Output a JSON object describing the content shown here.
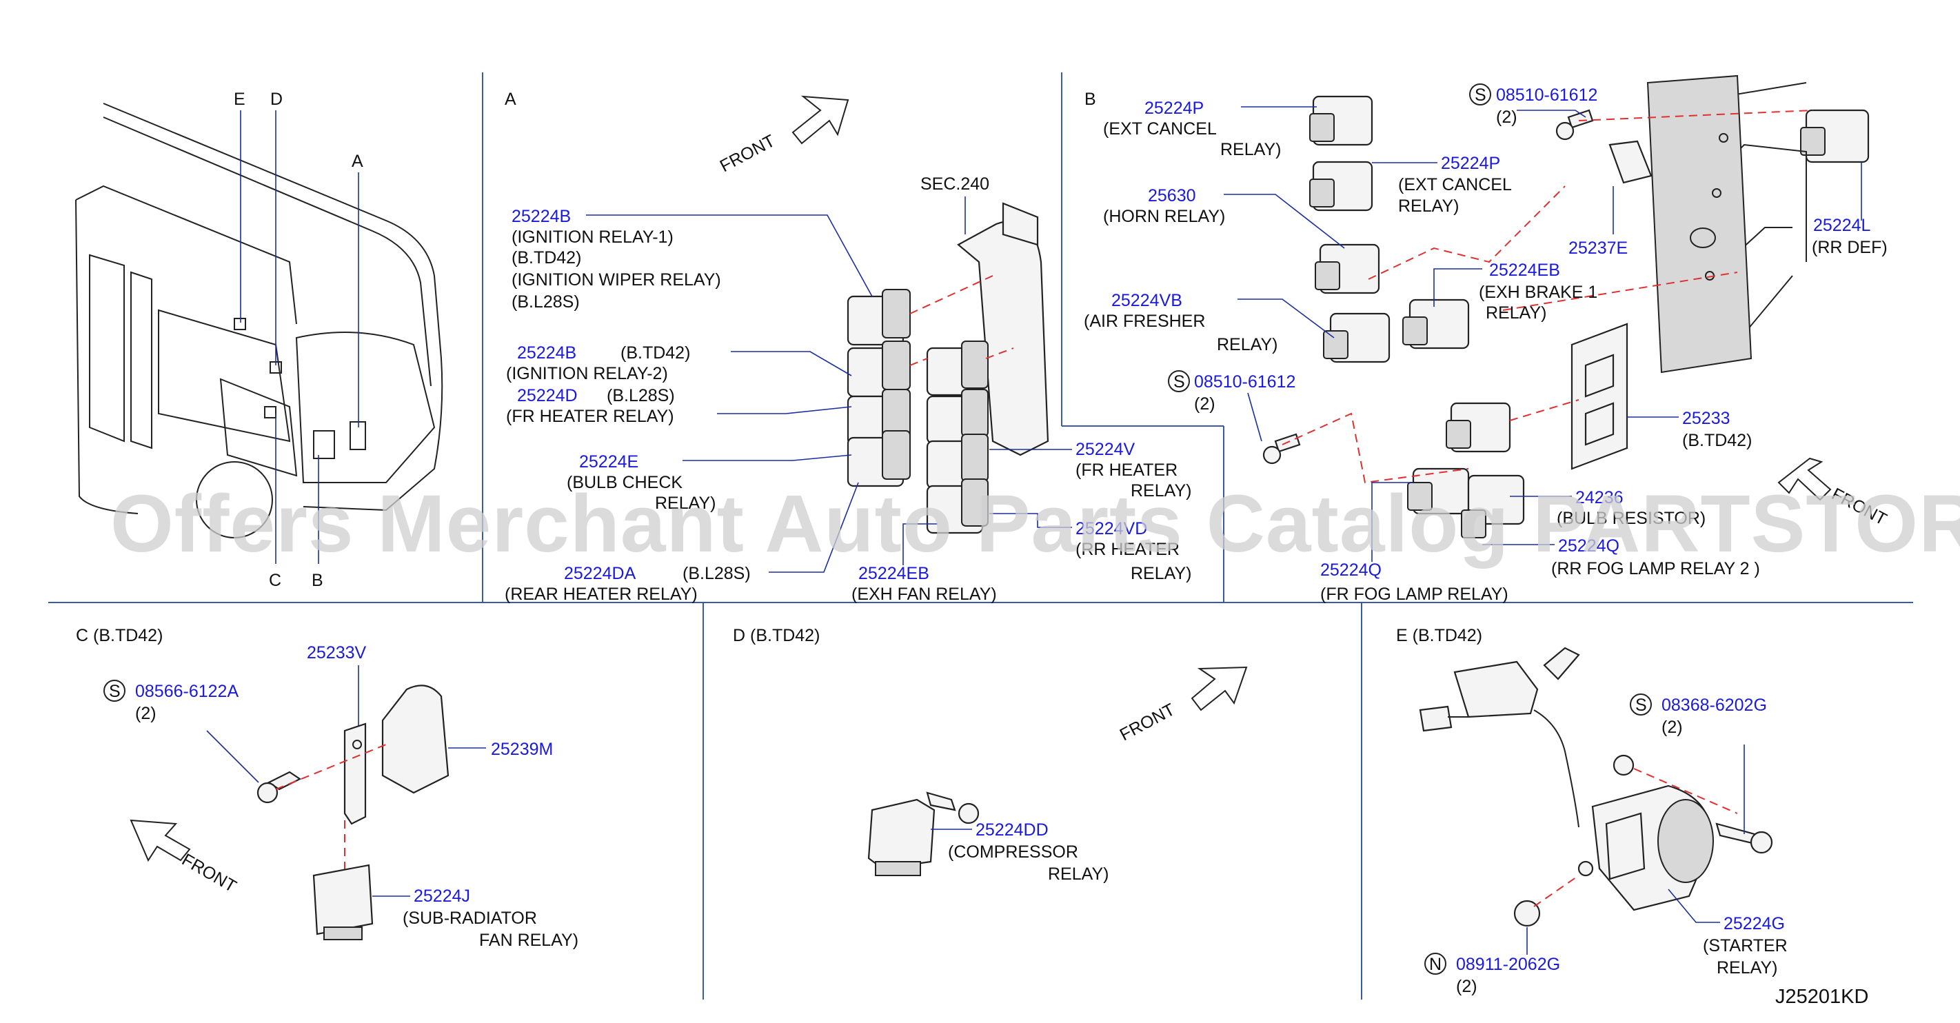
{
  "reference": "J25201KD",
  "watermark": "Offers Merchant Auto Parts Catalog PARTSTORE.SA",
  "overview": {
    "labels": [
      "E",
      "D",
      "A",
      "C",
      "B"
    ]
  },
  "section_A": {
    "title": "A",
    "front": "FRONT",
    "sec": "SEC.240",
    "callouts": [
      {
        "pn": "25224B",
        "lines": [
          "(IGNITION   RELAY-1)",
          "(B.TD42)",
          "(IGNITION   WIPER   RELAY)",
          "(B.L28S)"
        ]
      },
      {
        "pn": "25224B",
        "extra": "(B.TD42)",
        "lines": [
          "(IGNITION   RELAY-2)"
        ]
      },
      {
        "pn": "25224D",
        "extra": "(B.L28S)",
        "lines": [
          "(FR   HEATER   RELAY)"
        ]
      },
      {
        "pn": "25224E",
        "lines": [
          "(BULB   CHECK",
          "RELAY)"
        ]
      },
      {
        "pn": "25224DA",
        "extra": "(B.L28S)",
        "lines": [
          "(REAR   HEATER   RELAY)"
        ]
      },
      {
        "pn": "25224EB",
        "lines": [
          "(EXH   FAN   RELAY)"
        ]
      },
      {
        "pn": "25224V",
        "lines": [
          "(FR   HEATER",
          "RELAY)"
        ]
      },
      {
        "pn": "25224VD",
        "lines": [
          "(RR   HEATER",
          "RELAY)"
        ]
      }
    ]
  },
  "section_B": {
    "title": "B",
    "front": "FRONT",
    "callouts": [
      {
        "pn": "25224P",
        "lines": [
          "(EXT   CANCEL",
          "RELAY)"
        ]
      },
      {
        "pn": "25224P",
        "lines": [
          "(EXT   CANCEL",
          "RELAY)"
        ]
      },
      {
        "pn": "25630",
        "lines": [
          "(HORN   RELAY)"
        ]
      },
      {
        "pn": "25224VB",
        "lines": [
          "(AIR   FRESHER",
          "RELAY)"
        ]
      },
      {
        "pn": "25224EB",
        "lines": [
          "(EXH   BRAKE   1",
          "RELAY)"
        ]
      },
      {
        "pn": "08510-61612",
        "qty": "(2)",
        "sym": "S"
      },
      {
        "pn": "08510-61612",
        "qty": "(2)",
        "sym": "S"
      },
      {
        "pn": "25237E",
        "lines": []
      },
      {
        "pn": "25224L",
        "lines": [
          "(RR   DEF)"
        ]
      },
      {
        "pn": "25233",
        "lines": [
          "(B.TD42)"
        ]
      },
      {
        "pn": "24236",
        "lines": [
          "(BULB   RESISTOR)"
        ]
      },
      {
        "pn": "25224Q",
        "lines": [
          "(RR   FOG   LAMP   RELAY   2 )"
        ]
      },
      {
        "pn": "25224Q",
        "lines": [
          "(FR   FOG   LAMP   RELAY)"
        ]
      }
    ]
  },
  "section_C": {
    "title": "C (B.TD42)",
    "front": "FRONT",
    "callouts": [
      {
        "pn": "25233V",
        "lines": []
      },
      {
        "pn": "08566-6122A",
        "qty": "(2)",
        "sym": "S"
      },
      {
        "pn": "25239M",
        "lines": []
      },
      {
        "pn": "25224J",
        "lines": [
          "(SUB-RADIATOR",
          "FAN   RELAY)"
        ]
      }
    ]
  },
  "section_D": {
    "title": "D (B.TD42)",
    "front": "FRONT",
    "callouts": [
      {
        "pn": "25224DD",
        "lines": [
          "(COMPRESSOR",
          "RELAY)"
        ]
      }
    ]
  },
  "section_E": {
    "title": "E (B.TD42)",
    "callouts": [
      {
        "pn": "08368-6202G",
        "qty": "(2)",
        "sym": "S"
      },
      {
        "pn": "25224G",
        "lines": [
          "(STARTER",
          "RELAY)"
        ]
      },
      {
        "pn": "08911-2062G",
        "qty": "(2)",
        "sym": "N"
      }
    ]
  }
}
